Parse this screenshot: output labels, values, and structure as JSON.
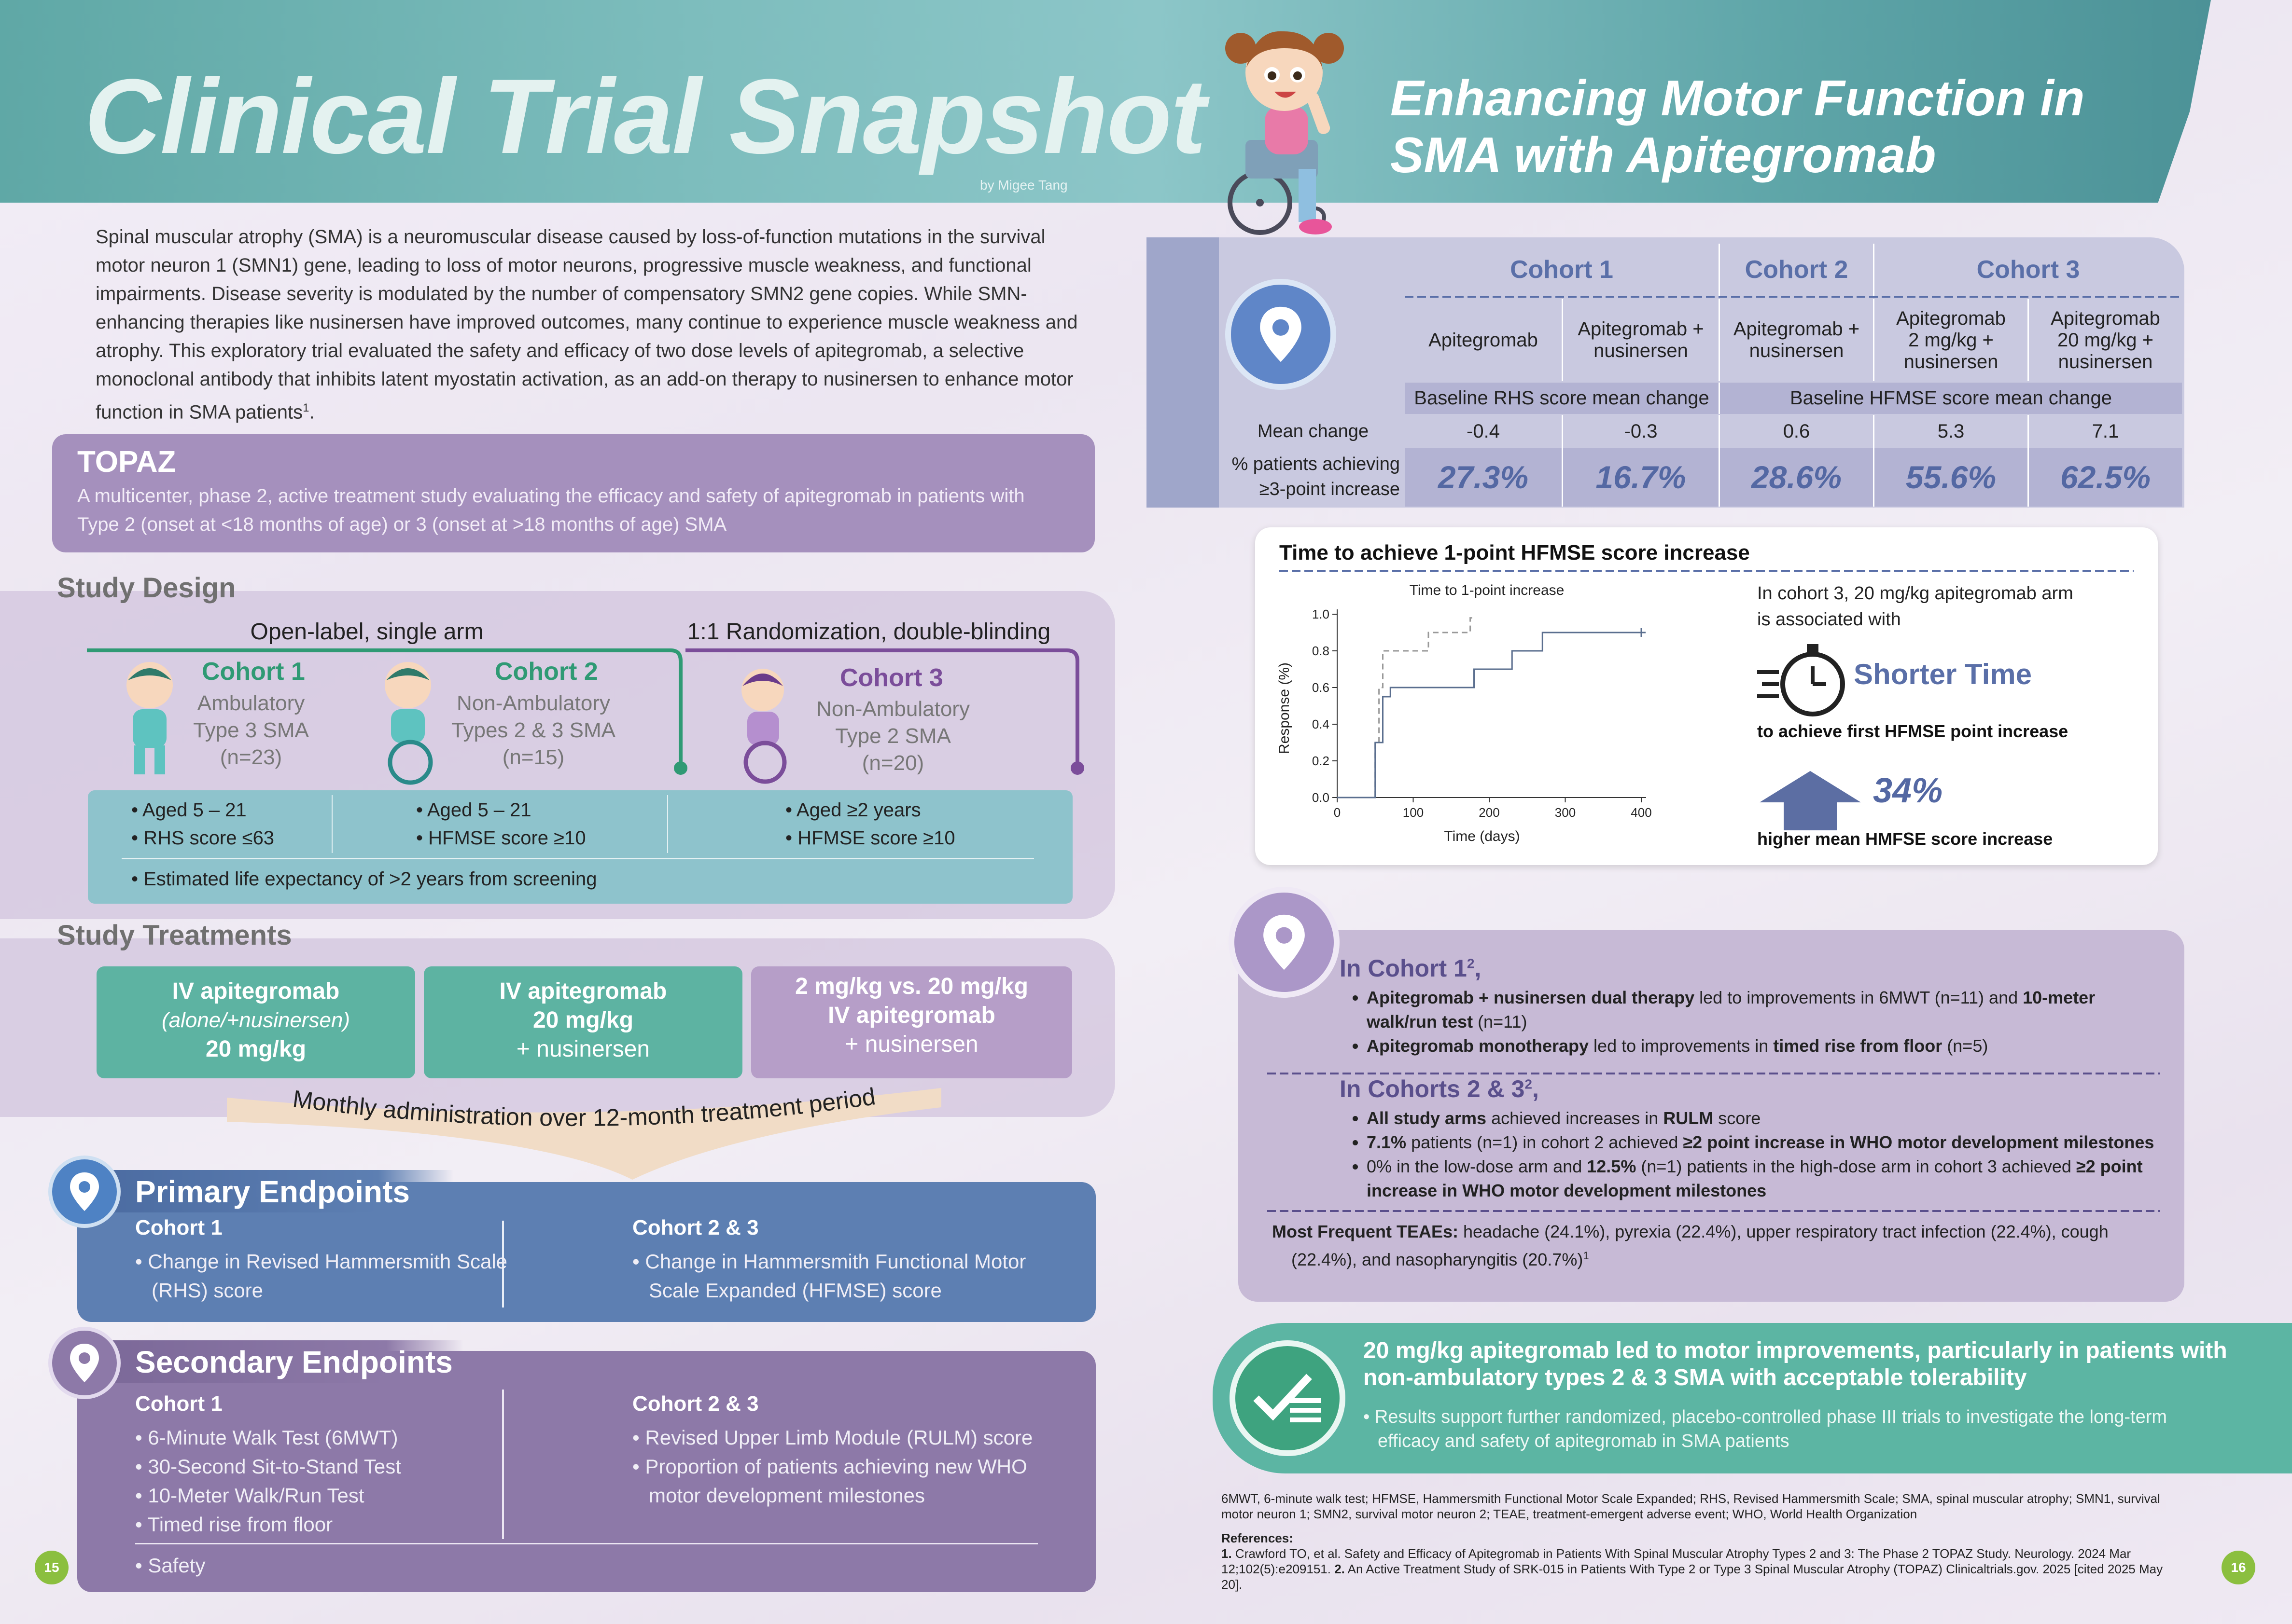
{
  "header": {
    "title": "Clinical Trial Snapshot",
    "byline": "by Migee Tang",
    "subtitle": "Enhancing Motor Function in SMA with Apitegromab"
  },
  "intro": {
    "text": "Spinal muscular atrophy (SMA) is a neuromuscular disease caused by loss-of-function mutations in the survival motor neuron 1 (SMN1) gene, leading to loss of motor neurons, progressive muscle weakness, and functional impairments. Disease severity is modulated by the number of compensatory SMN2 gene copies. While SMN-enhancing therapies like nusinersen have improved outcomes, many continue to experience muscle weakness and atrophy. This exploratory trial evaluated the safety and efficacy of two dose levels of apitegromab, a selective monoclonal antibody that inhibits latent myostatin activation, as an add-on therapy to nusinersen to enhance motor function in SMA patients",
    "ref": "1",
    "end": "."
  },
  "topaz": {
    "title": "TOPAZ",
    "text": "A multicenter, phase 2, active treatment study evaluating the efficacy and safety of apitegromab in patients with Type 2 (onset at <18 months of age) or 3 (onset at >18 months of age) SMA"
  },
  "study_design": {
    "heading": "Study Design",
    "group1": "Open-label, single arm",
    "group2": "1:1 Randomization, double-blinding",
    "cohorts": [
      {
        "name": "Cohort 1",
        "l1": "Ambulatory",
        "l2": "Type 3 SMA",
        "n": "(n=23)",
        "color": "#2f9a74"
      },
      {
        "name": "Cohort 2",
        "l1": "Non-Ambulatory",
        "l2": "Types 2 & 3 SMA",
        "n": "(n=15)",
        "color": "#2f9a74"
      },
      {
        "name": "Cohort 3",
        "l1": "Non-Ambulatory",
        "l2": "Type 2 SMA",
        "n": "(n=20)",
        "color": "#7b4d9a"
      }
    ],
    "criteria": [
      {
        "a": "• Aged 5 – 21",
        "b": "• RHS score ≤63"
      },
      {
        "a": "• Aged 5 – 21",
        "b": "• HFMSE score ≥10"
      },
      {
        "a": "• Aged ≥2 years",
        "b": "• HFMSE score ≥10"
      }
    ],
    "common": "• Estimated life expectancy of >2 years from screening"
  },
  "treatments": {
    "heading": "Study Treatments",
    "boxes": [
      {
        "l1": "IV apitegromab",
        "l2": "(alone/+nusinersen)",
        "l3": "20 mg/kg"
      },
      {
        "l1": "IV apitegromab",
        "l2": "20 mg/kg",
        "l3": "+ nusinersen"
      },
      {
        "l1": "2 mg/kg vs. 20 mg/kg",
        "l2": "IV apitegromab",
        "l3": "+ nusinersen"
      }
    ],
    "arrow": "Monthly administration over 12-month treatment period"
  },
  "primary": {
    "title": "Primary Endpoints",
    "c1_title": "Cohort 1",
    "c1_items": [
      "• Change in Revised Hammersmith Scale",
      "(RHS) score"
    ],
    "c2_title": "Cohort 2 & 3",
    "c2_items": [
      "• Change in Hammersmith Functional Motor",
      "Scale Expanded (HFMSE) score"
    ]
  },
  "secondary": {
    "title": "Secondary Endpoints",
    "c1_title": "Cohort 1",
    "c1_items": [
      "• 6-Minute Walk Test (6MWT)",
      "• 30-Second Sit-to-Stand Test",
      "• 10-Meter Walk/Run Test",
      "• Timed rise from floor"
    ],
    "c2_title": "Cohort 2 & 3",
    "c2_items": [
      "• Revised Upper Limb Module (RULM) score",
      "• Proportion of patients achieving new WHO",
      "motor development milestones"
    ],
    "safety": "• Safety"
  },
  "results_table": {
    "cohort_heads": [
      "Cohort 1",
      "Cohort 2",
      "Cohort 3"
    ],
    "arms": [
      "Apitegromab",
      "Apitegromab + nusinersen",
      "Apitegromab + nusinersen",
      "Apitegromab 2 mg/kg + nusinersen",
      "Apitegromab 20 mg/kg + nusinersen"
    ],
    "score_rhs": "Baseline RHS score mean change",
    "score_hfmse": "Baseline HFMSE score mean change",
    "row1_label": "Mean change",
    "mean_change": [
      "-0.4",
      "-0.3",
      "0.6",
      "5.3",
      "7.1"
    ],
    "row2_label_1": "% patients achieving",
    "row2_label_2": "≥3-point increase",
    "pct": [
      "27.3%",
      "16.7%",
      "28.6%",
      "55.6%",
      "62.5%"
    ]
  },
  "time_card": {
    "title": "Time to achieve 1-point HFMSE score increase",
    "chart_title": "Time to 1-point increase",
    "desc1": "In cohort 3, 20 mg/kg apitegromab arm",
    "desc2": "is associated with",
    "shorter": "Shorter Time",
    "shorter_sub": "to achieve first HFMSE point increase",
    "pct": "34%",
    "pct_sub": "higher mean HMFSE score increase"
  },
  "chart_data": {
    "type": "line",
    "title": "Time to 1-point increase",
    "xlabel": "Time (days)",
    "ylabel": "Response (%)",
    "xlim": [
      0,
      400
    ],
    "ylim": [
      0,
      1.0
    ],
    "xticks": [
      "0",
      "100",
      "200",
      "300",
      "400"
    ],
    "yticks": [
      "0.0",
      "0.2",
      "0.4",
      "0.6",
      "0.8",
      "1.0"
    ],
    "series": [
      {
        "style": "dashed",
        "color": "#999999",
        "x": [
          0,
          50,
          50,
          55,
          55,
          60,
          60,
          70,
          70,
          120,
          120,
          175,
          175,
          180
        ],
        "y": [
          0,
          0,
          0.3,
          0.3,
          0.6,
          0.6,
          0.8,
          0.8,
          0.8,
          0.8,
          0.9,
          0.9,
          0.98,
          0.98
        ]
      },
      {
        "style": "solid",
        "color": "#5b6f8f",
        "x": [
          0,
          50,
          50,
          60,
          60,
          70,
          70,
          180,
          180,
          230,
          230,
          270,
          270,
          400
        ],
        "y": [
          0,
          0,
          0.3,
          0.3,
          0.55,
          0.55,
          0.6,
          0.6,
          0.7,
          0.7,
          0.8,
          0.8,
          0.9,
          0.9
        ]
      }
    ]
  },
  "results": {
    "h1_pre": "In Cohort 1",
    "h1_ref": "2",
    "h1_post": ",",
    "c1_items": [
      {
        "b1": "Apitegromab + nusinersen dual therapy",
        "t1": " led to improvements in 6MWT (n=11) and ",
        "b2": "10-meter walk/run test",
        "t2": " (n=11)"
      },
      {
        "b1": "Apitegromab monotherapy",
        "t1": " led to improvements in ",
        "b2": "timed rise from floor",
        "t2": " (n=5)"
      }
    ],
    "h2_pre": "In Cohorts 2 & 3",
    "h2_ref": "2",
    "h2_post": ",",
    "c23_items": [
      {
        "b1": "All study arms",
        "t1": " achieved increases in ",
        "b2": "RULM",
        "t2": " score"
      },
      {
        "b1": "7.1%",
        "t1": " patients (n=1) in cohort 2 achieved ",
        "b2": "≥2 point increase in WHO motor development milestones",
        "t2": ""
      },
      {
        "b1": "",
        "t1": "0% in the low-dose arm and ",
        "b2": "12.5%",
        "t2": " (n=1) patients in the high-dose arm in cohort 3 achieved ",
        "b3": "≥2 point increase in WHO motor development milestones"
      }
    ],
    "teae_label": "Most Frequent TEAEs:",
    "teae_text": " headache (24.1%), pyrexia (22.4%), upper respiratory tract infection (22.4%), cough (22.4%), and nasopharyngitis (20.7%)",
    "teae_ref": "1"
  },
  "conclusion": {
    "title": "20 mg/kg apitegromab led to motor improvements, particularly in patients with non-ambulatory types 2 & 3 SMA with acceptable tolerability",
    "text": "• Results support further randomized, placebo-controlled phase III trials to investigate the long-term efficacy and safety of apitegromab in SMA patients"
  },
  "footnotes": {
    "abbrev": "6MWT, 6-minute walk test; HFMSE, Hammersmith Functional Motor Scale Expanded; RHS, Revised Hammersmith Scale; SMA, spinal muscular atrophy; SMN1, survival motor neuron 1; SMN2, survival motor neuron 2; TEAE, treatment-emergent adverse event; WHO, World Health Organization",
    "ref_label": "References:",
    "r1n": "1.",
    "r1": " Crawford TO, et al. Safety and Efficacy of Apitegromab in Patients With Spinal Muscular Atrophy Types 2 and 3: The Phase 2 TOPAZ Study. Neurology. 2024 Mar 12;102(5):e209151. ",
    "r2n": "2.",
    "r2": " An Active Treatment Study of SRK-015 in Patients With Type 2 or Type 3 Spinal Muscular Atrophy (TOPAZ) Clinicaltrials.gov. 2025 [cited 2025 May 20]."
  },
  "pages": {
    "left": "15",
    "right": "16"
  },
  "colors": {
    "teal": "#5fa8a6",
    "green": "#2f9a74",
    "purple": "#7b4d9a",
    "blue_table": "#5a6fa8",
    "pct_blue": "#5468a3"
  }
}
